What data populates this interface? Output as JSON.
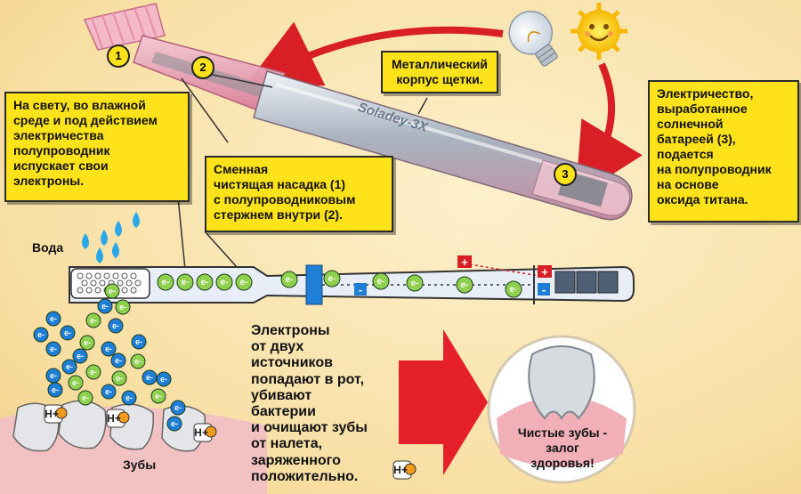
{
  "callouts": {
    "left": [
      "На свету, во влажной",
      "среде и под действием",
      "электричества",
      "полупроводник",
      "испускает свои",
      "электроны."
    ],
    "mid": [
      "Сменная",
      "чистящая насадка (1)",
      "с полупроводниковым",
      "стержнем внутри (2)."
    ],
    "top": [
      "Металлический",
      "корпус щетки."
    ],
    "right": [
      "Электричество,",
      "выработанное",
      "солнечной",
      "батареей (3),",
      "подается",
      "на полупроводник",
      "на основе",
      "оксида титана."
    ]
  },
  "labels": {
    "water": "Вода",
    "teeth": "Зубы",
    "brand": "Soladey-3X",
    "electron": "e-",
    "hydrogen": "H+"
  },
  "main_text": [
    "Электроны",
    "от двух",
    "источников",
    "попадают в рот,",
    "убивают",
    "бактерии",
    "и очищают зубы",
    "от налета,",
    "заряженного",
    "положительно."
  ],
  "clean_teeth": [
    "Чистые зубы -",
    "залог",
    "здоровья!"
  ],
  "badges": [
    "1",
    "2",
    "3"
  ],
  "colors": {
    "callout": "#ffe21a",
    "arrow": "#e5202a",
    "electron_green": "#8fd14f",
    "electron_blue": "#1f7fd6",
    "water_blue": "#2aa7e8"
  }
}
